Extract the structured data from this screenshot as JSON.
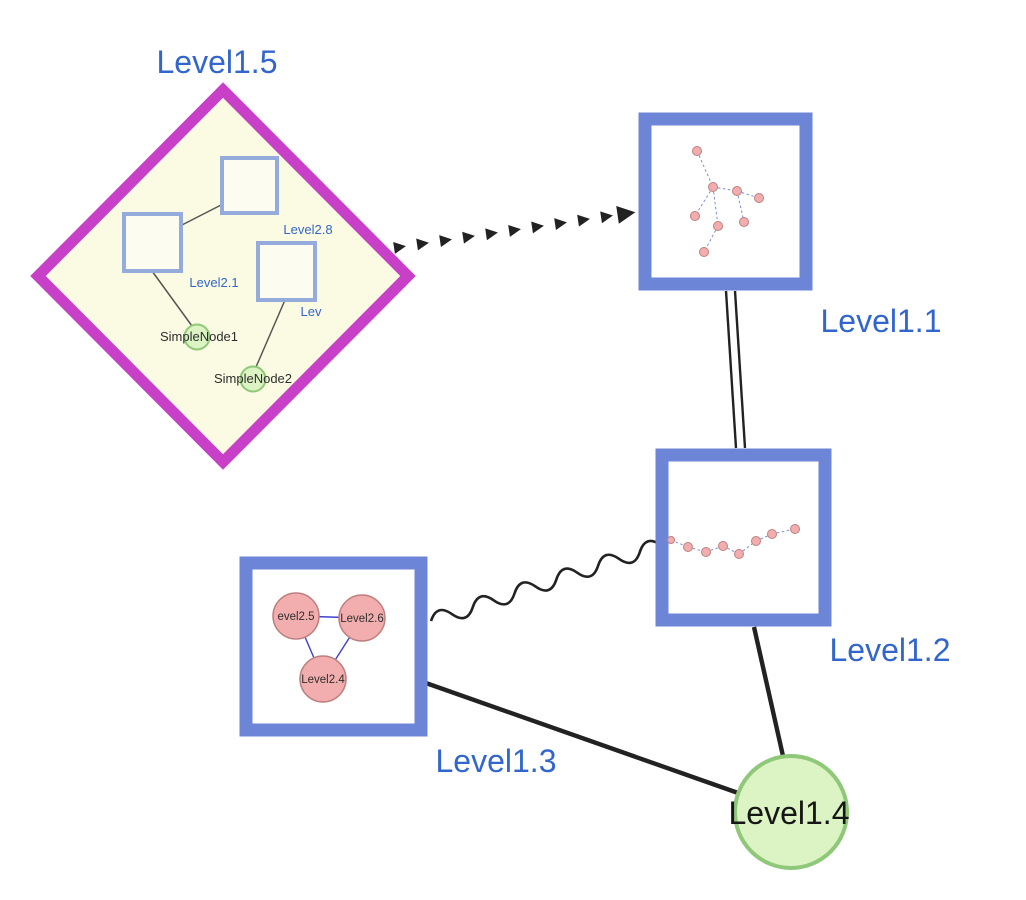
{
  "canvas": {
    "background": "#ffffff"
  },
  "palette": {
    "diamond_border": "#c840c8",
    "diamond_fill": "#fafbe2",
    "group_border": "#6d85d7",
    "group_fill": "#ffffff",
    "inner_square_border": "#94abdc",
    "inner_square_fill": "#fcfdf0",
    "green_node_fill": "#dcf3c4",
    "green_node_border": "#8fc878",
    "pink_node_fill": "#f2aeae",
    "pink_node_border": "#bf7f7f",
    "label_blue": "#3366cc",
    "label_black": "#161616",
    "edge_dark": "#222222",
    "inner_edge_blue": "#4040cf",
    "dashed_edge_blue": "#7a8fd4"
  },
  "groups": {
    "level15": {
      "label": "Level1.5",
      "shape": "diamond-group",
      "square_labels": [
        "Level2.8",
        "Level2.1",
        "Lev"
      ],
      "node_labels": [
        "SimpleNode1",
        "SimpleNode2"
      ]
    },
    "level11": {
      "label": "Level1.1",
      "shape": "square-group"
    },
    "level12": {
      "label": "Level1.2",
      "shape": "square-group"
    },
    "level13": {
      "label": "Level1.3",
      "shape": "square-group",
      "node_labels": [
        "evel2.5",
        "Level2.6",
        "Level2.4"
      ]
    },
    "level14": {
      "label": "Level1.4",
      "shape": "circle-node"
    }
  },
  "edges": [
    {
      "from": "Level1.5",
      "to": "Level1.1",
      "style": "dashed-arrow"
    },
    {
      "from": "Level1.1",
      "to": "Level1.2",
      "style": "double-line"
    },
    {
      "from": "Level1.3",
      "to": "Level1.2",
      "style": "wavy"
    },
    {
      "from": "Level1.3",
      "to": "Level1.4",
      "style": "solid"
    },
    {
      "from": "Level1.2",
      "to": "Level1.4",
      "style": "solid"
    }
  ]
}
